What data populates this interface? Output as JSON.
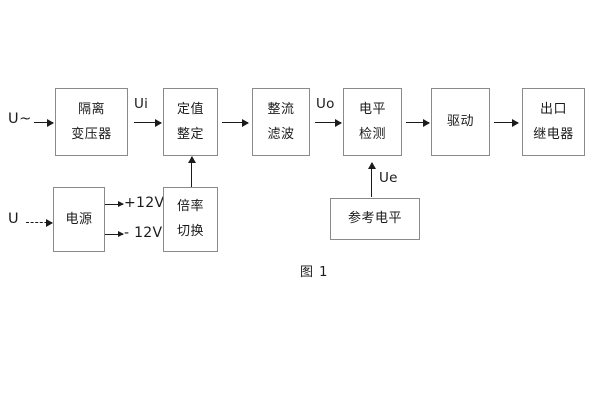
{
  "figure": {
    "caption": "图 1",
    "background_color": "#ffffff",
    "box_border_color": "#8a8a8a",
    "line_color": "#1b1b1b"
  },
  "inputs": [
    {
      "label": "U~",
      "kind": "ac-input",
      "lead": "solid"
    },
    {
      "label": "U",
      "kind": "dc-input",
      "lead": "dashed"
    }
  ],
  "blocks": [
    {
      "id": "isolation-transformer",
      "lines": [
        "隔离",
        "变压器"
      ]
    },
    {
      "id": "setpoint-setting",
      "lines": [
        "定值",
        "整定"
      ]
    },
    {
      "id": "rectify-filter",
      "lines": [
        "整流",
        "滤波"
      ]
    },
    {
      "id": "level-detection",
      "lines": [
        "电平",
        "检测"
      ]
    },
    {
      "id": "drive",
      "lines": [
        "驱动"
      ]
    },
    {
      "id": "output-relay",
      "lines": [
        "出口",
        "继电器"
      ]
    },
    {
      "id": "power-supply",
      "lines": [
        "电源"
      ]
    },
    {
      "id": "multiplier-switch",
      "lines": [
        "倍率",
        "切换"
      ]
    },
    {
      "id": "reference-level",
      "lines": [
        "参考电平"
      ]
    }
  ],
  "signals": {
    "ui": "Ui",
    "uo": "Uo",
    "ue": "Ue"
  },
  "power_rails": [
    {
      "label": "+12V"
    },
    {
      "label": "- 12V"
    }
  ]
}
